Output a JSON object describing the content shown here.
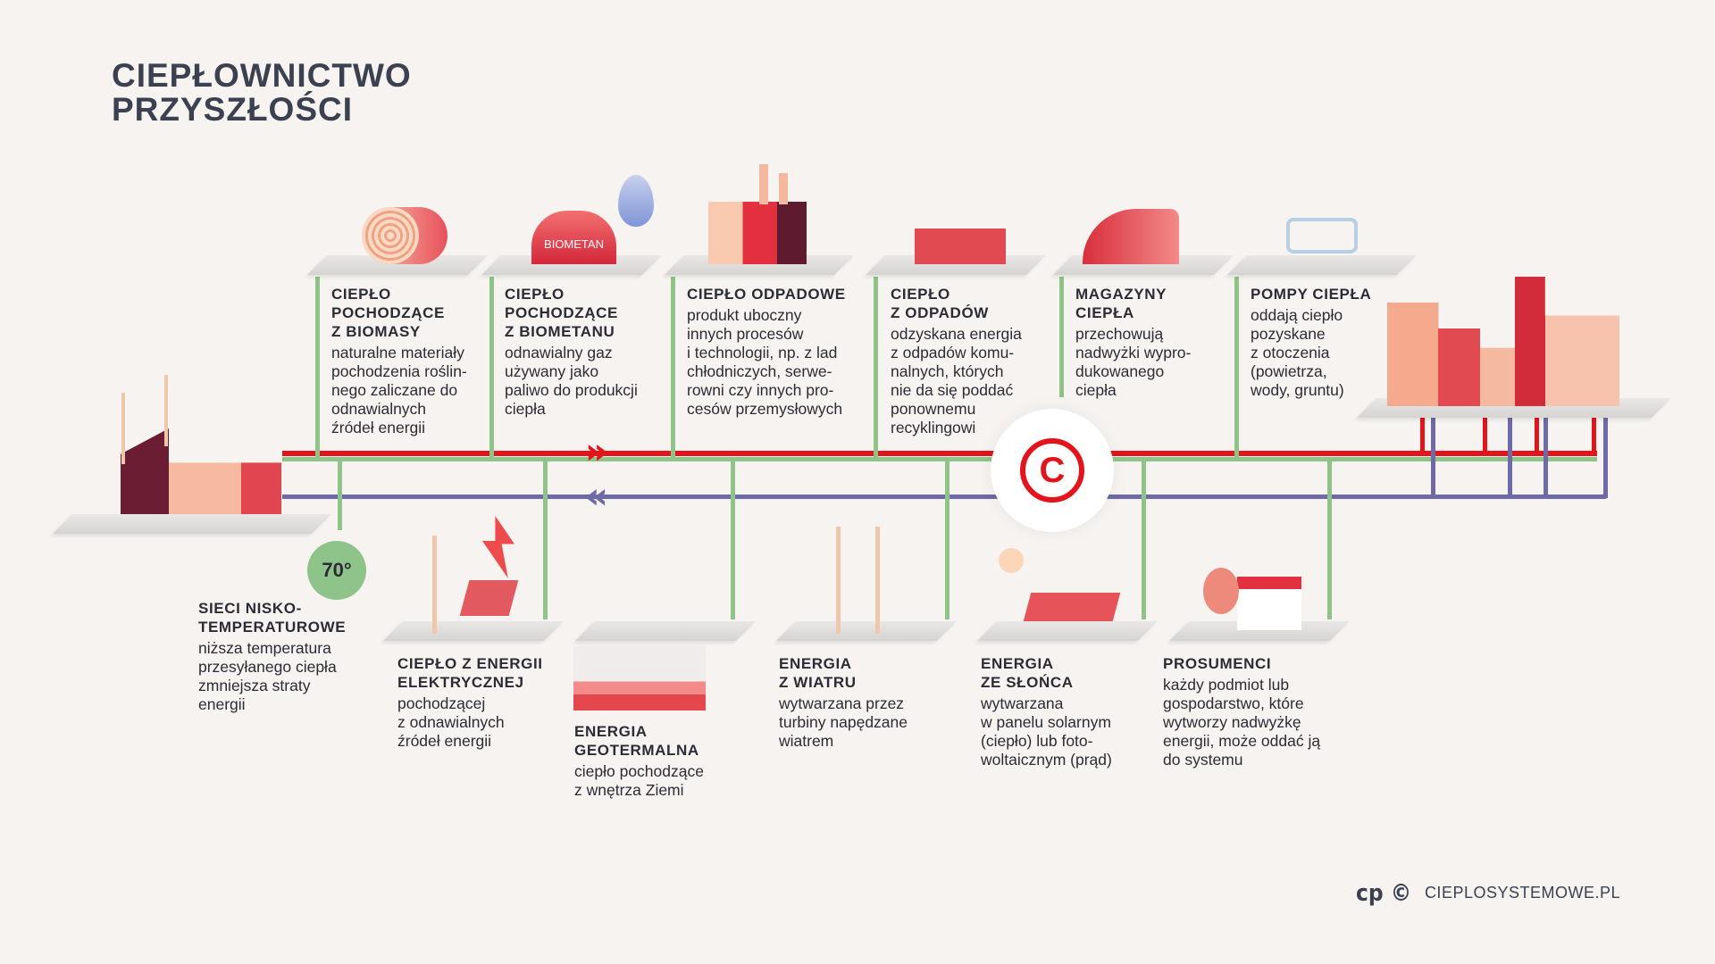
{
  "title_lines": [
    "CIEPŁOWNICTWO",
    "PRZYSZŁOŚCI"
  ],
  "top_sources": [
    {
      "title": "CIEPŁO\nPOCHODZĄCE\nZ BIOMASY",
      "text": "naturalne materiały\npochodzenia roślin-\nnego zaliczane do\nodnawialnych\nźródeł energii"
    },
    {
      "title": "CIEPŁO\nPOCHODZĄCE\nZ BIOMETANU",
      "text": "odnawialny gaz\nużywany jako\npaliwo do produkcji\nciepła"
    },
    {
      "title": "CIEPŁO ODPADOWE",
      "text": "produkt uboczny\ninnych procesów\ni technologii, np. z lad\nchłodniczych, serwe-\nrowni czy innych pro-\ncesów przemysłowych"
    },
    {
      "title": "CIEPŁO\nZ ODPADÓW",
      "text": "odzyskana energia\nz odpadów komu-\nnalnych, których\nnie da się poddać\nponownemu\nrecyklingowi"
    },
    {
      "title": "MAGAZYNY\nCIEPŁA",
      "text": "przechowują\nnadwyżki wypro-\ndukowanego\nciepła"
    },
    {
      "title": "POMPY CIEPŁA",
      "text": "oddają ciepło\npozyskane\nz otoczenia\n(powietrza,\nwody, gruntu)"
    }
  ],
  "bottom_sources": [
    {
      "title": "SIECI NISKO-\nTEMPERATUROWE",
      "text": "niższa temperatura\nprzesyłanego ciepła\nzmniejsza straty\nenergii"
    },
    {
      "title": "CIEPŁO Z ENERGII\nELEKTRYCZNEJ",
      "text": "pochodzącej\nz odnawialnych\nźródeł energii"
    },
    {
      "title": "ENERGIA\nGEOTERMALNA",
      "text": "ciepło pochodzące\nz wnętrza Ziemi"
    },
    {
      "title": "ENERGIA\nZ WIATRU",
      "text": "wytwarzana przez\nturbiny napędzane\nwiatrem"
    },
    {
      "title": "ENERGIA\nZE SŁOŃCA",
      "text": "wytwarzana\nw panelu solarnym\n(ciepło) lub foto-\nwoltaicznym (prąd)"
    },
    {
      "title": "PROSUMENCI",
      "text": "każdy podmiot lub\ngospodarstwo, które\nwytworzy nadwyżkę\nenergii, może oddać ją\ndo systemu"
    }
  ],
  "temperature_badge": "70°",
  "biometan_label": "BIOMETAN",
  "center_logo": "C",
  "footer": {
    "logo": "cp ©",
    "url": "CIEPLOSYSTEMOWE.PL"
  },
  "colors": {
    "supply": "#e3141b",
    "return": "#6e6aa8",
    "green": "#8ec48a",
    "bg": "#f6f3f0"
  }
}
